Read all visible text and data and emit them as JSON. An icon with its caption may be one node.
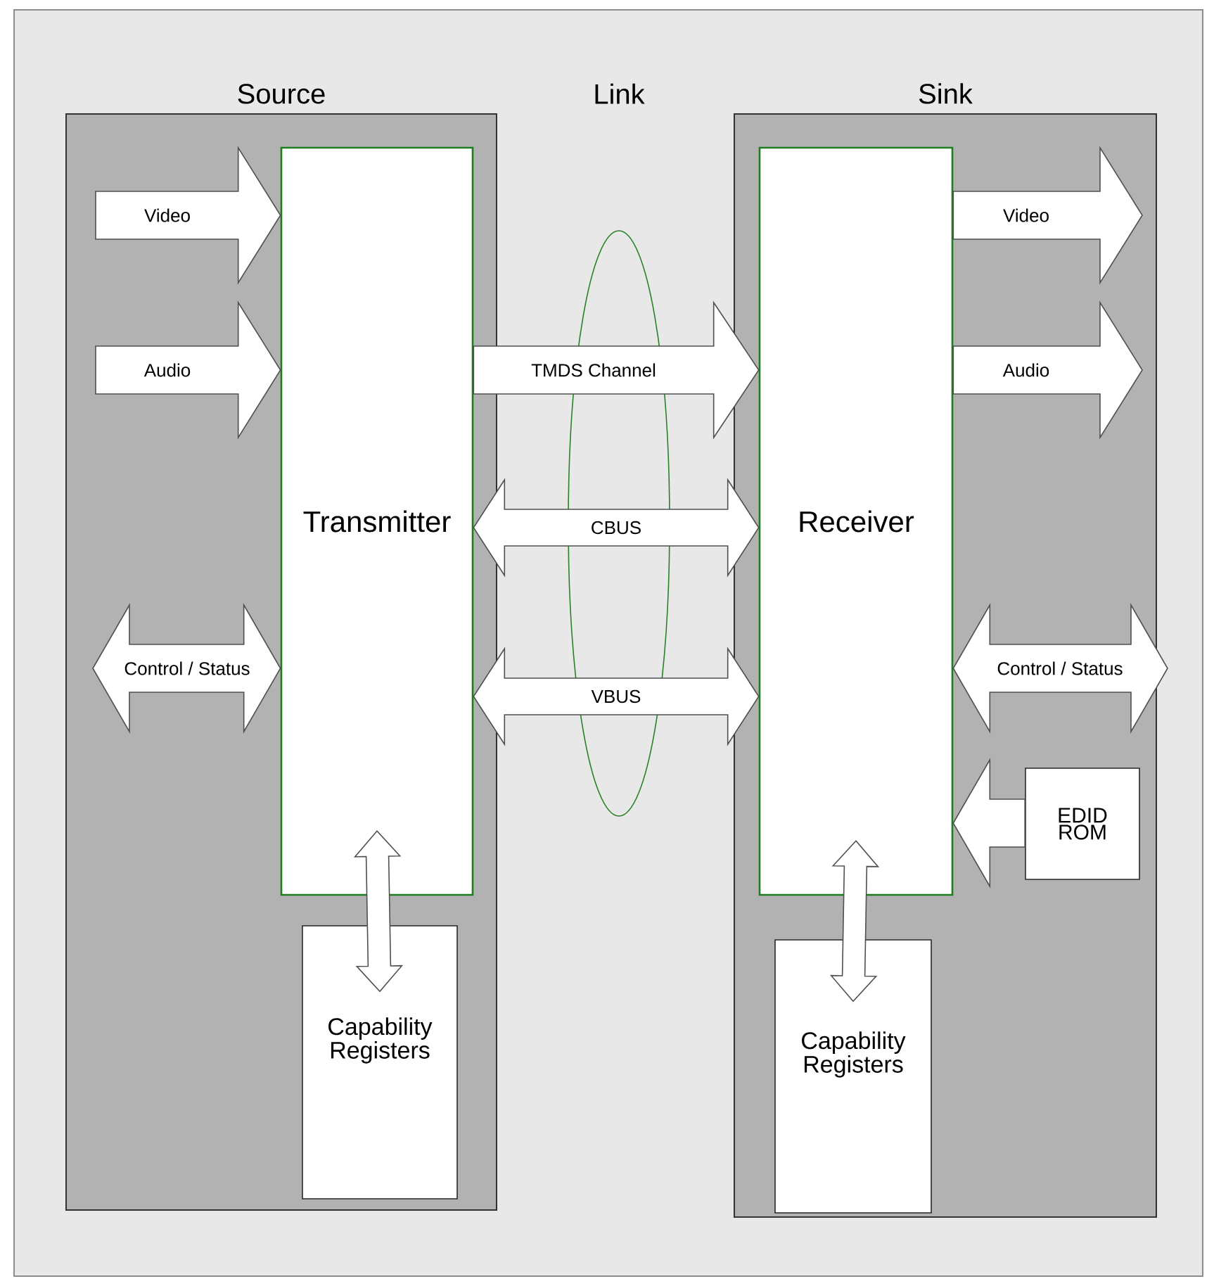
{
  "diagram": {
    "nodes": [
      {
        "text": [
          "Source"
        ]
      },
      {
        "text": [
          "Transmitter"
        ],
        "in": 0
      },
      {
        "text": [
          "Capability Registers"
        ],
        "in": 0
      },
      {
        "text": [
          "Sink"
        ]
      },
      {
        "text": [
          "Receiver"
        ],
        "in": 3
      },
      {
        "text": [
          "Capability Registers"
        ],
        "in": 3
      },
      {
        "text": [
          "EDID ROM"
        ],
        "in": 3
      }
    ],
    "edges": [
      {
        "from": null,
        "to": 1,
        "arrow": "to",
        "label": "Video"
      },
      {
        "from": null,
        "to": 1,
        "arrow": "to",
        "label": "Audio"
      },
      {
        "from": null,
        "to": 1,
        "arrow": "both",
        "label": "Control / Status"
      },
      {
        "from": 1,
        "to": 4,
        "arrow": "to",
        "label": "TMDS Channel"
      },
      {
        "from": 1,
        "to": 4,
        "arrow": "both",
        "label": "CBUS"
      },
      {
        "from": 1,
        "to": 4,
        "arrow": "both",
        "label": "VBUS"
      },
      {
        "from": 1,
        "to": 2,
        "arrow": "both"
      },
      {
        "from": 4,
        "to": null,
        "arrow": "to",
        "label": "Video"
      },
      {
        "from": 4,
        "to": null,
        "arrow": "to",
        "label": "Audio"
      },
      {
        "from": 4,
        "to": null,
        "arrow": "both",
        "label": "Control / Status"
      },
      {
        "from": 6,
        "to": 4,
        "arrow": "to"
      },
      {
        "from": 4,
        "to": 5,
        "arrow": "both"
      }
    ],
    "labels": [
      "Link"
    ]
  }
}
